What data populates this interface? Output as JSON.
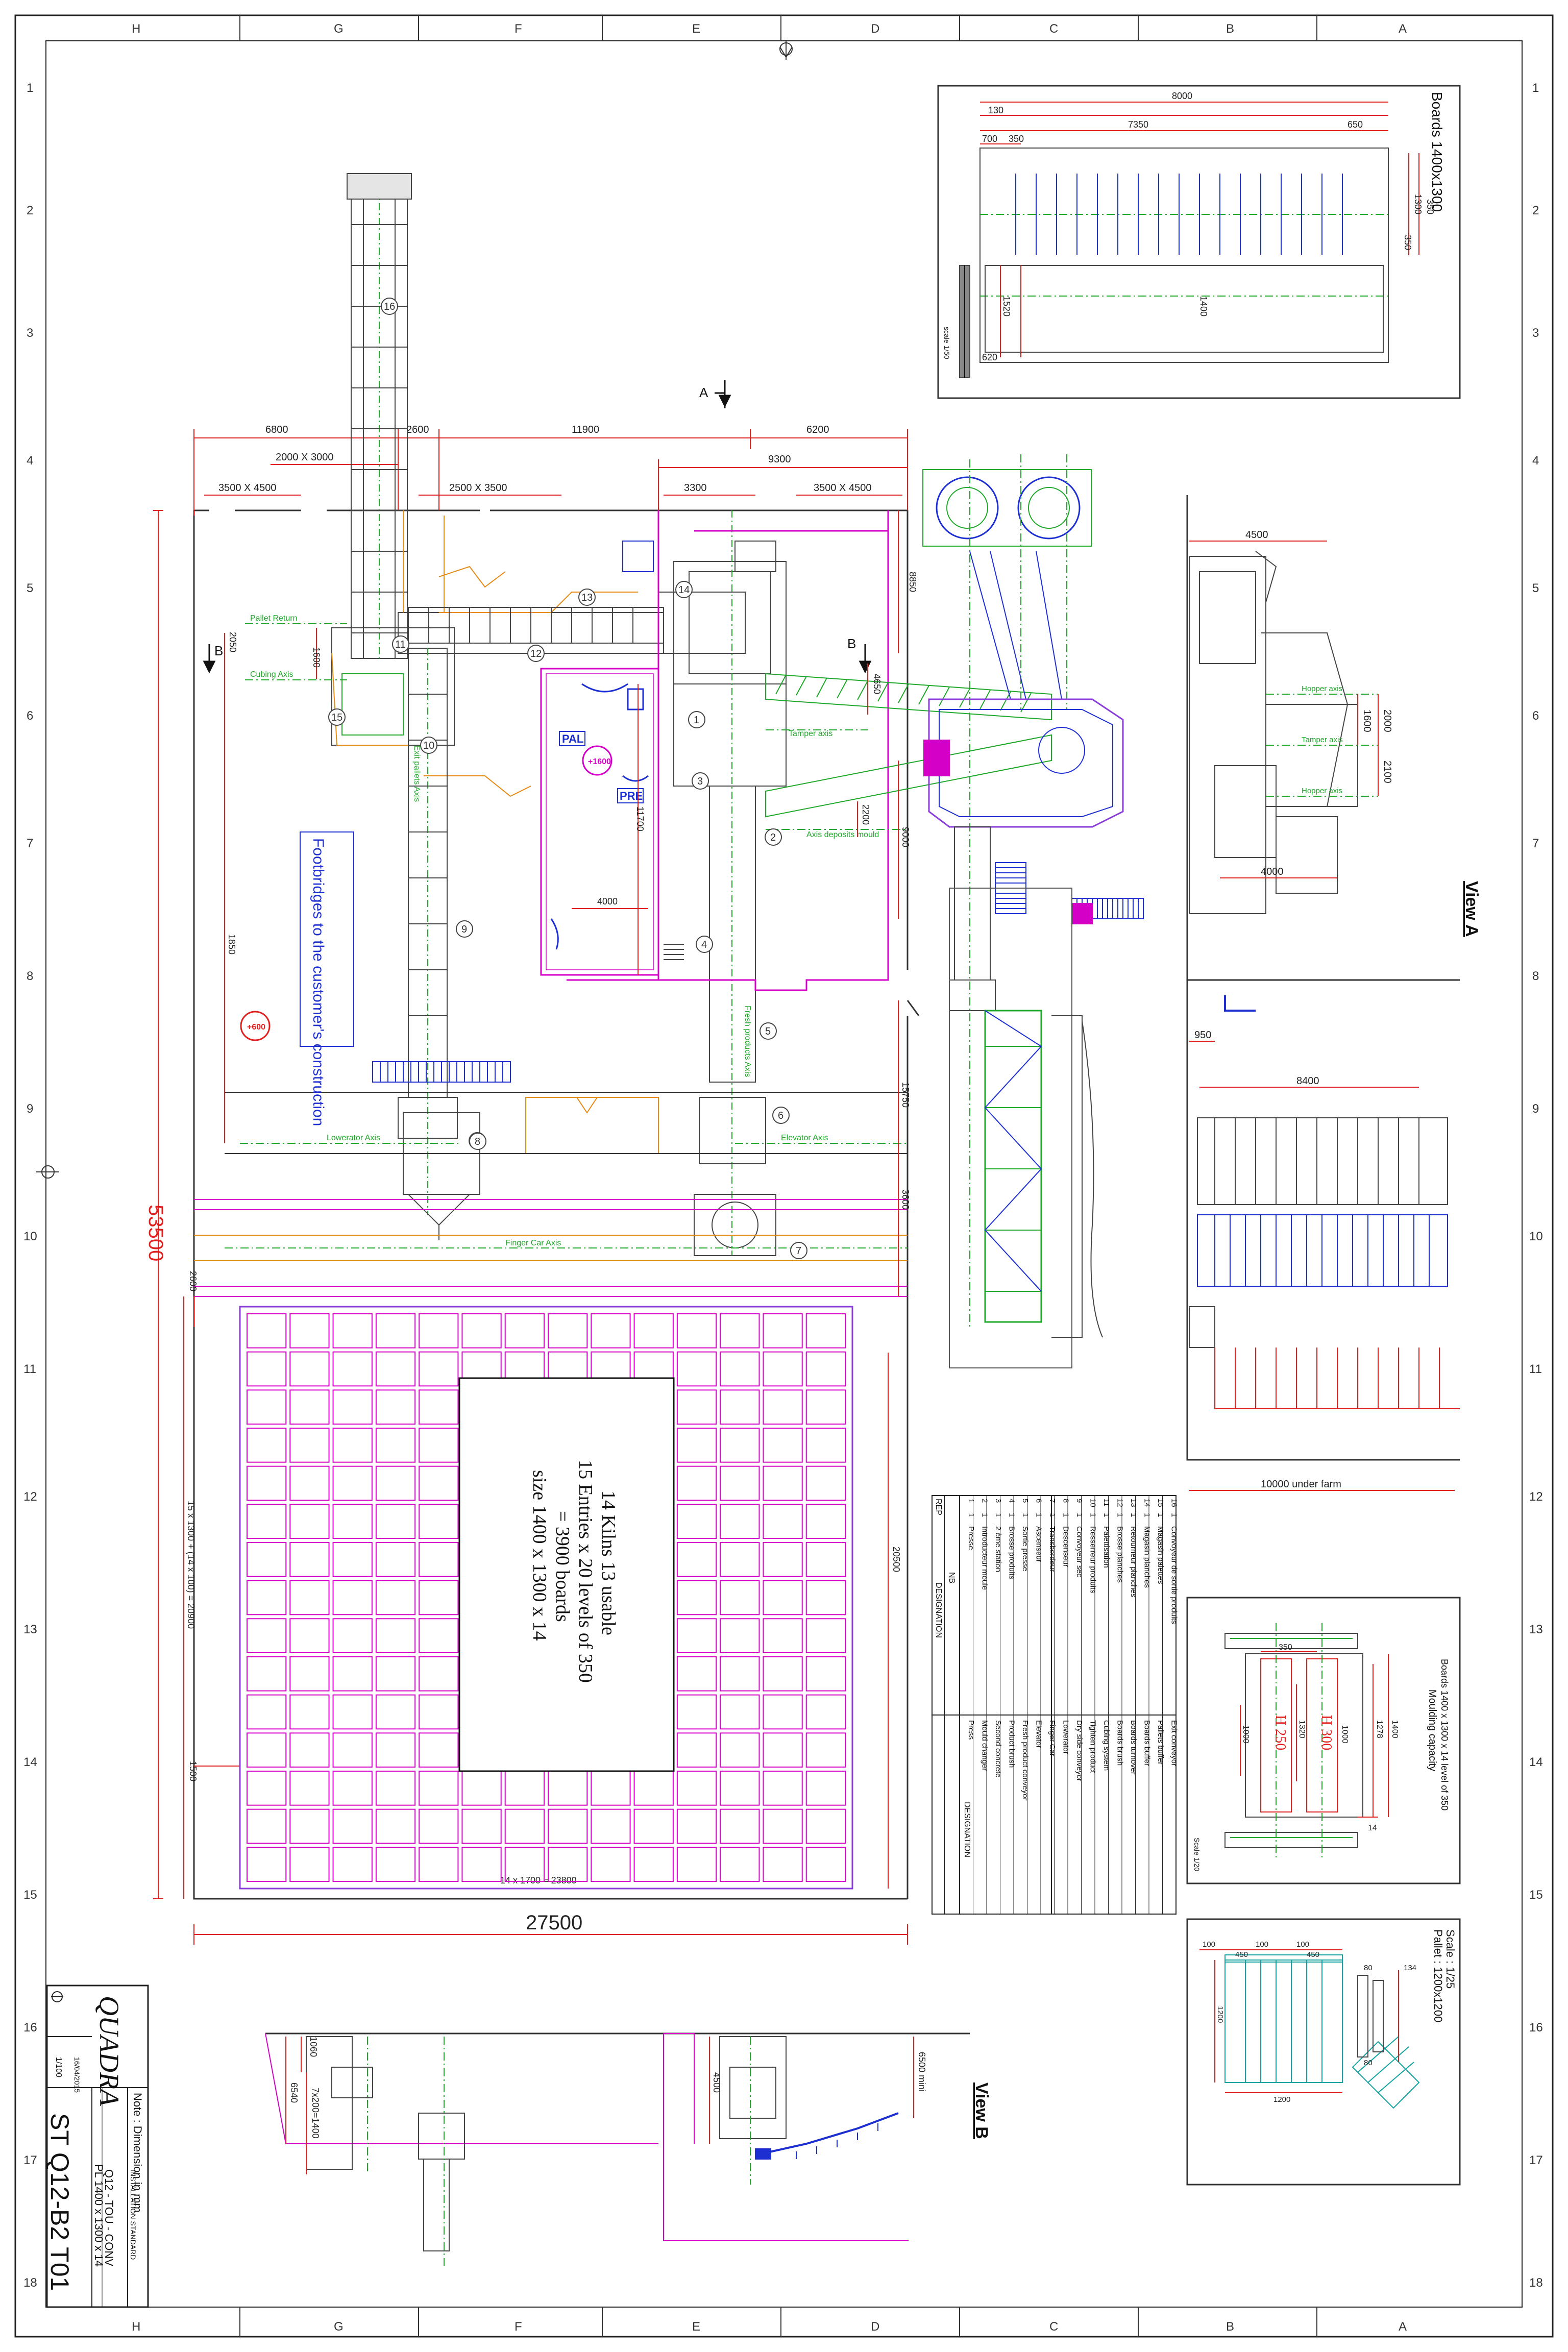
{
  "sheet": {
    "grid_letters": [
      "H",
      "G",
      "F",
      "E",
      "D",
      "C",
      "B",
      "A"
    ],
    "grid_numbers": [
      "1",
      "2",
      "3",
      "4",
      "5",
      "6",
      "7",
      "8",
      "9",
      "10",
      "11",
      "12",
      "13",
      "14",
      "15",
      "16",
      "17",
      "18"
    ]
  },
  "main_plan": {
    "dims": {
      "d6800": "6800",
      "d2600": "2600",
      "d11900": "11900",
      "d6200": "6200",
      "d9300": "9300",
      "d2000x3000": "2000 X 3000",
      "d3500x4500a": "3500 X 4500",
      "d2500x3500": "2500 X 3500",
      "d3300": "3300",
      "d3500x4500b": "3500 X 4500",
      "d8850": "8850",
      "d1600": "1600",
      "d2050": "2050",
      "d4650": "4650",
      "d11700": "11700",
      "d4000": "4000",
      "d9000": "9000",
      "d2200": "2200",
      "d1850": "1850",
      "d15750": "15750",
      "d3600": "3600",
      "d2600b": "2600",
      "d53500": "53500",
      "d15x1300": "15 x 1300 + (14 x 100) = 20900",
      "d20500": "20500",
      "d1500": "1500",
      "d14x1700": "14 x 1700 = 23800",
      "d27500": "27500"
    },
    "axes": {
      "pallet_return": "Pallet Return",
      "cubing_axis": "Cubing Axis",
      "exit_pallets": "Exit pallets Axis",
      "tamper_axis": "Tamper axis",
      "axis_deposit_mould": "Axis deposits mould",
      "fresh_products": "Fresh products Axis",
      "lowerator_axis": "Lowerator Axis",
      "elevator_axis": "Elevator Axis",
      "finger_car_axis": "Finger Car Axis",
      "hopper_axis": "Hopper axis"
    },
    "labels": {
      "pal": "PAL",
      "pre": "PRE",
      "section_a": "A",
      "section_b": "B",
      "footbridges": "Footbridges to the customer's construction",
      "kiln_line1": "14 Kilns 13 usable",
      "kiln_line2": "15 Entries x 20 levels of 350",
      "kiln_line3": "= 3900 boards",
      "kiln_line4": "size 1400 x 1300 x 14",
      "circle_1600": "+1600",
      "circle_600": "+600"
    },
    "item_numbers": [
      "1",
      "2",
      "3",
      "4",
      "5",
      "6",
      "7",
      "8",
      "9",
      "10",
      "11",
      "12",
      "13",
      "14",
      "15",
      "16"
    ]
  },
  "boards_view": {
    "title": "Boards 1400x1300",
    "scale": "scale 1/50",
    "dims": {
      "a": "8000",
      "b": "130",
      "c": "7350",
      "d": "650",
      "e": "700",
      "f": "350",
      "g": "620",
      "h": "350",
      "i": "1300",
      "j": "1400",
      "k": "1520",
      "l": "350"
    }
  },
  "view_a": {
    "title": "View A",
    "dims": {
      "a": "4500",
      "b": "1600",
      "c": "2000",
      "d": "2100",
      "e": "4000",
      "f": "950",
      "g": "8400",
      "h": "10000 under farm"
    },
    "axes": {
      "hopper1": "Hopper axis",
      "tamper": "Tamper axis",
      "hopper2": "Hopper axis"
    }
  },
  "legend_table": {
    "rows": [
      {
        "rep": "16",
        "nb": "1",
        "fr": "Convoyeur de sortie produits",
        "en": "Exit conveyor"
      },
      {
        "rep": "15",
        "nb": "1",
        "fr": "Magasin palettes",
        "en": "Pallets buffer"
      },
      {
        "rep": "14",
        "nb": "1",
        "fr": "Magasin planches",
        "en": "Boards buffer"
      },
      {
        "rep": "13",
        "nb": "1",
        "fr": "Retourneur planches",
        "en": "Boards turnover"
      },
      {
        "rep": "12",
        "nb": "1",
        "fr": "Brosse planches",
        "en": "Boards brush"
      },
      {
        "rep": "11",
        "nb": "1",
        "fr": "Palettisation",
        "en": "Cubing system"
      },
      {
        "rep": "10",
        "nb": "1",
        "fr": "Resserreur produits",
        "en": "Tighten product"
      },
      {
        "rep": "9",
        "nb": "1",
        "fr": "Convoyeur sec",
        "en": "Dry side conveyor"
      },
      {
        "rep": "8",
        "nb": "1",
        "fr": "Descenseur",
        "en": "Lowerator"
      },
      {
        "rep": "7",
        "nb": "1",
        "fr": "Transbordeur",
        "en": "Finger Car"
      },
      {
        "rep": "6",
        "nb": "1",
        "fr": "Ascenseur",
        "en": "Elevator"
      },
      {
        "rep": "5",
        "nb": "1",
        "fr": "Sortie presse",
        "en": "Fresh product conveyor"
      },
      {
        "rep": "4",
        "nb": "1",
        "fr": "Brosse produits",
        "en": "Product brush"
      },
      {
        "rep": "3",
        "nb": "1",
        "fr": "2 ème station",
        "en": "Second concrete"
      },
      {
        "rep": "2",
        "nb": "1",
        "fr": "Introducteur moule",
        "en": "Mould changer"
      },
      {
        "rep": "1",
        "nb": "1",
        "fr": "Presse",
        "en": "Press"
      }
    ],
    "header_rep": "REP",
    "header_nb": "NB",
    "header_designation": "DESIGNATION"
  },
  "moulding_view": {
    "title": "Moulding capacity",
    "subtitle": "Boards 1400 x 1300 x 14 level of 350",
    "scale": "Scale 1/20",
    "h250": "H 250",
    "h300": "H 300",
    "dims": {
      "a": "350",
      "b": "1400",
      "c": "1278",
      "d": "1320",
      "e": "1000",
      "f": "1000",
      "g": "14"
    }
  },
  "pallet_view": {
    "title": "Pallet : 1200x1200",
    "scale": "Scale : 1/25",
    "dims": {
      "a": "100",
      "b": "100",
      "c": "100",
      "d": "450",
      "e": "450",
      "f": "1200",
      "g": "1200",
      "h": "134",
      "i": "80",
      "j": "80"
    }
  },
  "view_b": {
    "title": "View B",
    "dims": {
      "a": "1060",
      "b": "7x200=1400",
      "c": "6540",
      "d": "4500",
      "e": "6500 mini"
    }
  },
  "title_block": {
    "company": "QUADRA",
    "note": "Note : Dimension in mm",
    "installation": "INSTALLATION STANDARD",
    "project": "Q12 - TOU - CONV",
    "product": "PL 1400 x 1300 x 14",
    "drawing_no": "ST Q12-B2 T01",
    "scale": "1/100",
    "date": "16/04/2015"
  },
  "colors": {
    "red": "#e0201e",
    "blue": "#1d2fd0",
    "green": "#1fa82a",
    "magenta": "#d400c8",
    "orange": "#e58a14",
    "teal": "#14a3a0",
    "grey": "#6b6b6b",
    "violet": "#8a3cd8"
  }
}
